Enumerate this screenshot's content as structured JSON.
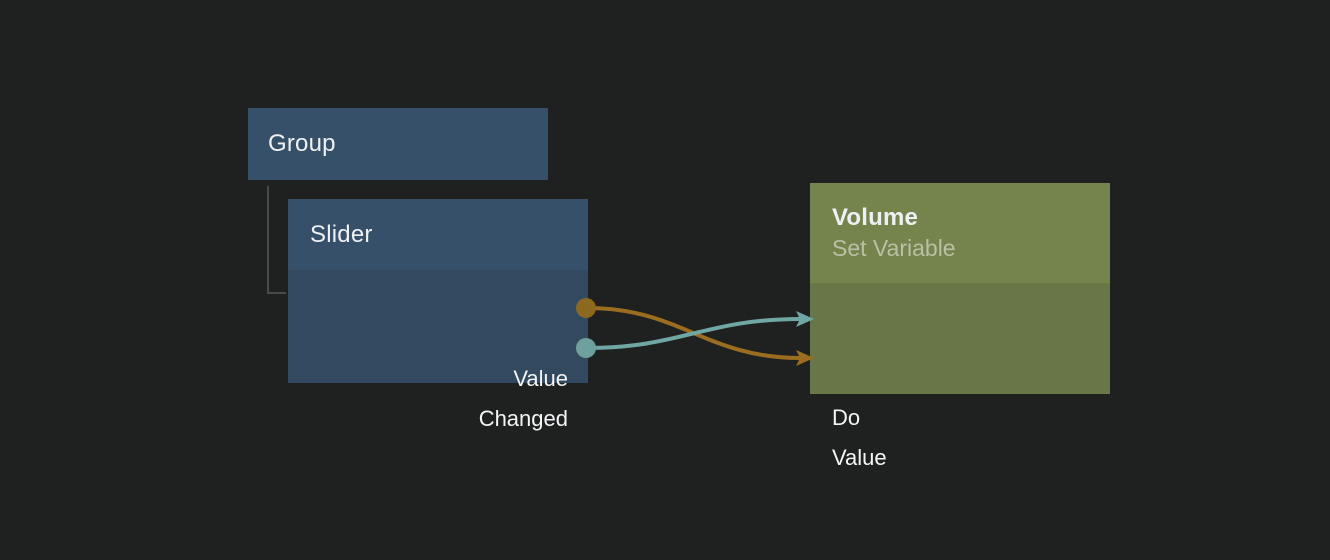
{
  "canvas": {
    "background": "#1f2020",
    "connector_line_color": "#4a4a4b"
  },
  "colors": {
    "header_blue": "#365069",
    "body_blue": "#32495f",
    "header_green": "#75834d",
    "body_green": "#697748",
    "wire_orange": "#9a6e1e",
    "port_orange": "#8c691e",
    "wire_teal": "#6fa7a5",
    "port_teal": "#6ea09e",
    "title_text": "#eef1f4",
    "subtitle_text": "#b9c0a4"
  },
  "nodes": {
    "group": {
      "title": "Group"
    },
    "slider": {
      "title": "Slider",
      "parent": "Group",
      "outputs": [
        {
          "label": "Value"
        },
        {
          "label": "Changed"
        }
      ]
    },
    "volume": {
      "title": "Volume",
      "subtitle": "Set Variable",
      "inputs": [
        {
          "label": "Do"
        },
        {
          "label": "Value"
        }
      ]
    }
  },
  "wires": [
    {
      "from": "Slider.Value",
      "to": "Volume.Value",
      "color": "#9a6e1e"
    },
    {
      "from": "Slider.Changed",
      "to": "Volume.Do",
      "color": "#6fa7a5"
    }
  ]
}
